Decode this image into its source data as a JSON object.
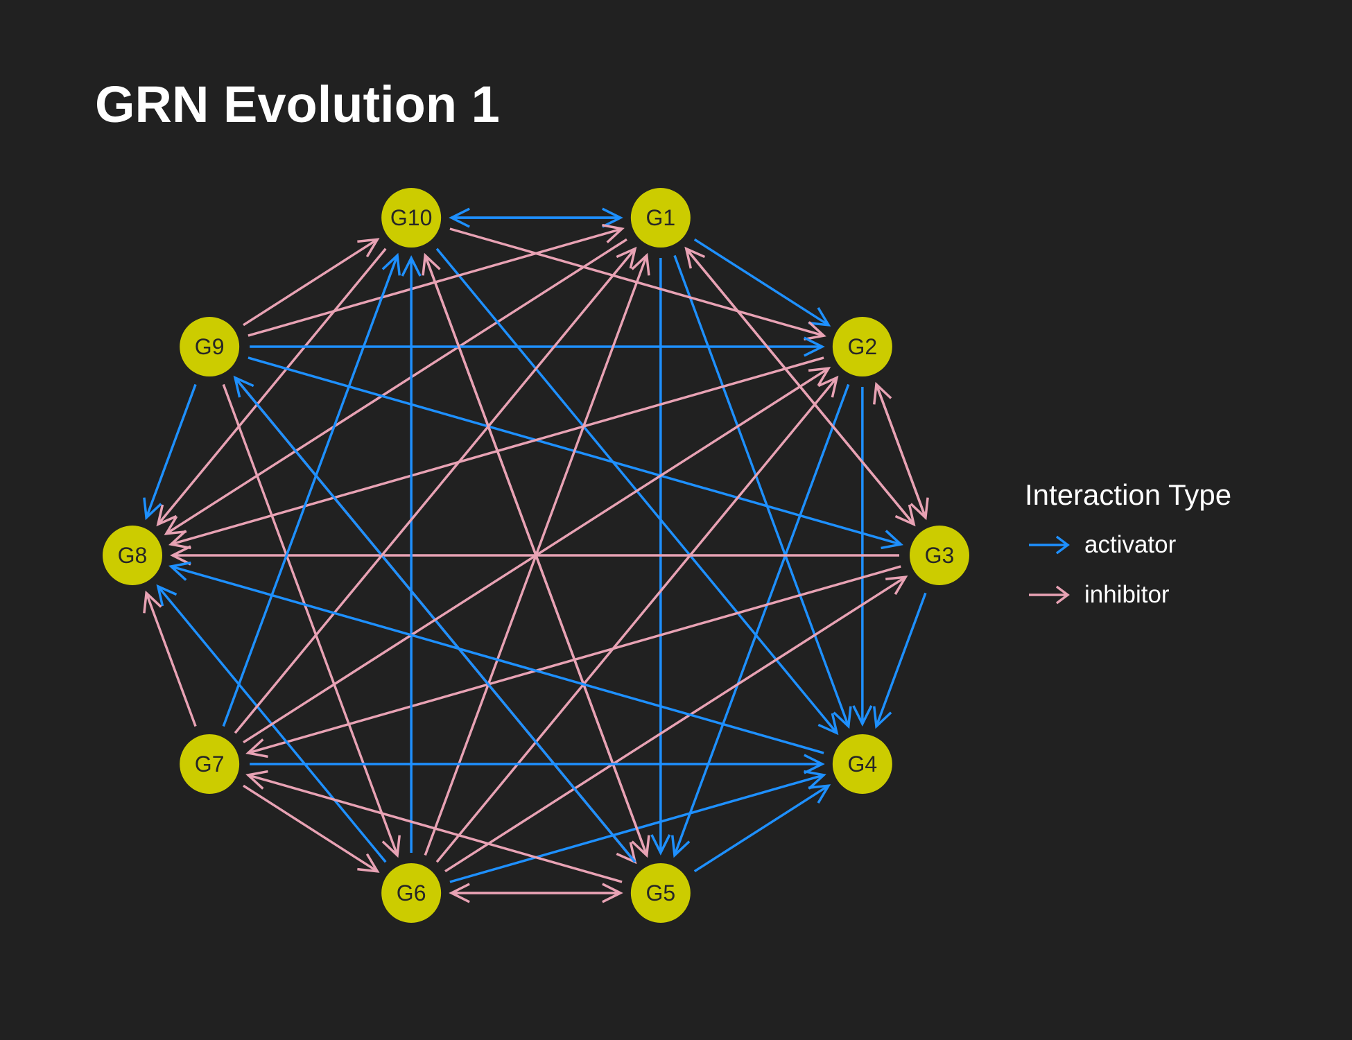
{
  "title": "GRN Evolution 1",
  "colors": {
    "background": "#212121",
    "node": "#cccc00",
    "node_text": "#262626",
    "activator": "#1e90ff",
    "inhibitor": "#e8a2b4"
  },
  "nodes": [
    "G1",
    "G2",
    "G3",
    "G4",
    "G5",
    "G6",
    "G7",
    "G8",
    "G9",
    "G10"
  ],
  "edges": [
    {
      "from": "G10",
      "to": "G1",
      "type": "activator"
    },
    {
      "from": "G1",
      "to": "G10",
      "type": "activator"
    },
    {
      "from": "G1",
      "to": "G2",
      "type": "activator"
    },
    {
      "from": "G1",
      "to": "G4",
      "type": "activator"
    },
    {
      "from": "G1",
      "to": "G5",
      "type": "activator"
    },
    {
      "from": "G1",
      "to": "G8",
      "type": "inhibitor"
    },
    {
      "from": "G1",
      "to": "G3",
      "type": "inhibitor"
    },
    {
      "from": "G10",
      "to": "G2",
      "type": "inhibitor"
    },
    {
      "from": "G10",
      "to": "G4",
      "type": "activator"
    },
    {
      "from": "G10",
      "to": "G5",
      "type": "inhibitor"
    },
    {
      "from": "G10",
      "to": "G8",
      "type": "inhibitor"
    },
    {
      "from": "G9",
      "to": "G10",
      "type": "inhibitor"
    },
    {
      "from": "G9",
      "to": "G1",
      "type": "inhibitor"
    },
    {
      "from": "G9",
      "to": "G2",
      "type": "activator"
    },
    {
      "from": "G9",
      "to": "G3",
      "type": "activator"
    },
    {
      "from": "G9",
      "to": "G8",
      "type": "activator"
    },
    {
      "from": "G9",
      "to": "G6",
      "type": "inhibitor"
    },
    {
      "from": "G9",
      "to": "G5",
      "type": "inhibitor"
    },
    {
      "from": "G2",
      "to": "G4",
      "type": "activator"
    },
    {
      "from": "G2",
      "to": "G3",
      "type": "inhibitor"
    },
    {
      "from": "G3",
      "to": "G2",
      "type": "inhibitor"
    },
    {
      "from": "G2",
      "to": "G8",
      "type": "inhibitor"
    },
    {
      "from": "G2",
      "to": "G5",
      "type": "activator"
    },
    {
      "from": "G3",
      "to": "G1",
      "type": "inhibitor"
    },
    {
      "from": "G3",
      "to": "G4",
      "type": "activator"
    },
    {
      "from": "G3",
      "to": "G8",
      "type": "inhibitor"
    },
    {
      "from": "G3",
      "to": "G7",
      "type": "inhibitor"
    },
    {
      "from": "G7",
      "to": "G10",
      "type": "activator"
    },
    {
      "from": "G6",
      "to": "G10",
      "type": "activator"
    },
    {
      "from": "G6",
      "to": "G1",
      "type": "inhibitor"
    },
    {
      "from": "G6",
      "to": "G2",
      "type": "inhibitor"
    },
    {
      "from": "G6",
      "to": "G3",
      "type": "inhibitor"
    },
    {
      "from": "G6",
      "to": "G4",
      "type": "activator"
    },
    {
      "from": "G6",
      "to": "G5",
      "type": "inhibitor"
    },
    {
      "from": "G5",
      "to": "G6",
      "type": "inhibitor"
    },
    {
      "from": "G6",
      "to": "G8",
      "type": "activator"
    },
    {
      "from": "G5",
      "to": "G10",
      "type": "inhibitor"
    },
    {
      "from": "G5",
      "to": "G4",
      "type": "activator"
    },
    {
      "from": "G5",
      "to": "G7",
      "type": "inhibitor"
    },
    {
      "from": "G5",
      "to": "G9",
      "type": "activator"
    },
    {
      "from": "G7",
      "to": "G1",
      "type": "inhibitor"
    },
    {
      "from": "G7",
      "to": "G2",
      "type": "inhibitor"
    },
    {
      "from": "G7",
      "to": "G4",
      "type": "activator"
    },
    {
      "from": "G7",
      "to": "G6",
      "type": "inhibitor"
    },
    {
      "from": "G7",
      "to": "G8",
      "type": "inhibitor"
    },
    {
      "from": "G4",
      "to": "G8",
      "type": "activator"
    }
  ],
  "legend": {
    "title": "Interaction Type",
    "items": [
      {
        "label": "activator",
        "type": "activator"
      },
      {
        "label": "inhibitor",
        "type": "inhibitor"
      }
    ]
  }
}
